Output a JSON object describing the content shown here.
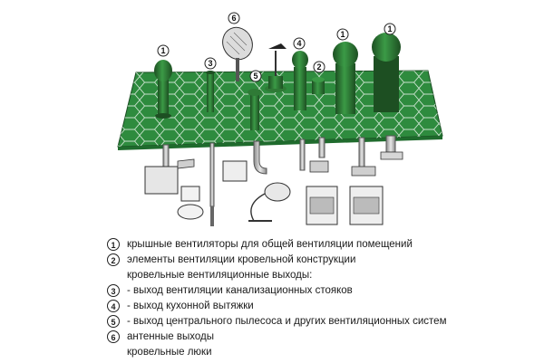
{
  "callouts": {
    "vent_left": "1",
    "vent_right_tall": "1",
    "vent_mid": "1",
    "pipe_tall": "3",
    "pipe_small": "2",
    "fan_center": "5",
    "vent_right_short": "4",
    "antenna": "6"
  },
  "legend": [
    {
      "num": "1",
      "text": "крышные вентиляторы для общей вентиляции помещений"
    },
    {
      "num": "2",
      "text": "элементы вентиляции кровельной конструкции"
    },
    {
      "num": "",
      "text": "кровельные вентиляционные выходы:"
    },
    {
      "num": "3",
      "text": "- выход вентиляции канализационных стояков"
    },
    {
      "num": "4",
      "text": "- выход кухонной вытяжки"
    },
    {
      "num": "5",
      "text": "- выход центрального пылесоса и других вентиляционных систем"
    },
    {
      "num": "6",
      "text": "антенные выходы"
    },
    {
      "num": "",
      "text": "кровельные люки"
    }
  ],
  "colors": {
    "roof": "#2e8b3e",
    "roof_dark": "#1f6b2d",
    "vent": "#2f7a36",
    "vent_dark": "#1d4f22",
    "appliance": "#d9d9d9"
  }
}
